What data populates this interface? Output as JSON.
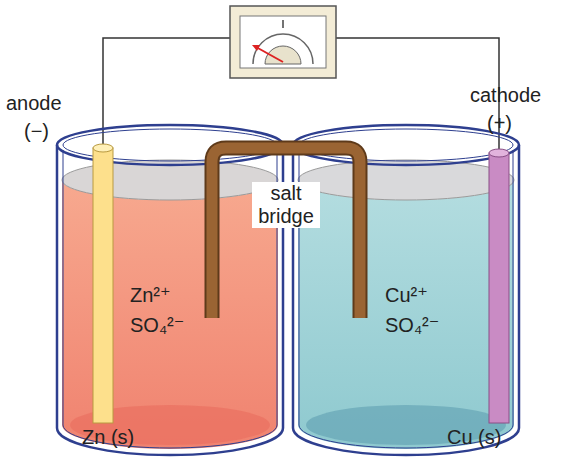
{
  "diagram": {
    "labels": [
      "anode",
      "(−)",
      "cathode",
      "(+)",
      "salt bridge",
      "Zn²⁺",
      "SO₄²⁻",
      "Cu²⁺",
      "SO₄²⁻",
      "Zn (s)",
      "Cu (s)"
    ]
  }
}
